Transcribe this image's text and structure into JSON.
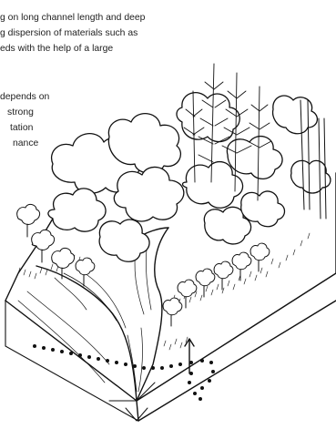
{
  "caption": {
    "lines": [
      "g on long channel length and deep",
      "g dispersion of materials such as",
      "eds with the help of a large"
    ]
  },
  "side_text": {
    "lines": [
      "depends on",
      "strong",
      "tation",
      "nance"
    ]
  },
  "colors": {
    "ink": "#111111",
    "paper": "#ffffff",
    "text": "#222222"
  }
}
